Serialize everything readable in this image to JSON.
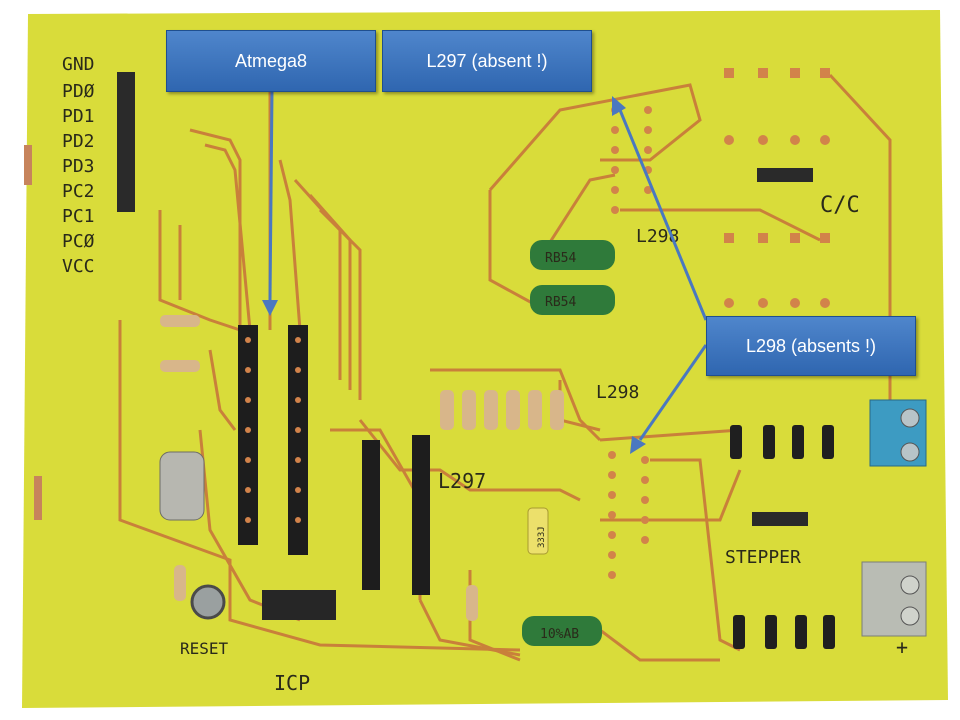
{
  "callouts": {
    "atmega": "Atmega8",
    "l297_absent": "L297 (absent !)",
    "l298_absent": "L298 (absents !)"
  },
  "silkscreen": {
    "pins": [
      "GND",
      "PDØ",
      "PD1",
      "PD2",
      "PD3",
      "PC2",
      "PC1",
      "PCØ",
      "VCC"
    ],
    "l298_top": "L298",
    "l298_mid": "L298",
    "l297": "L297",
    "cc": "C/C",
    "stepper": "STEPPER",
    "reset": "RESET",
    "icp": "ICP",
    "plus": "+",
    "resistor_top_1": "RB54",
    "resistor_top_2": "RB54",
    "resistor_bottom": "10%AB",
    "capacitor": "333J"
  },
  "colors": {
    "board": "#d9dc3a",
    "trace": "#c9803a",
    "pad": "#d2834a",
    "callout": "#3b73bd",
    "resistor_green": "#2f7a3a",
    "terminal_blue": "#3d9bc2",
    "terminal_gray": "#b9bcb4"
  }
}
